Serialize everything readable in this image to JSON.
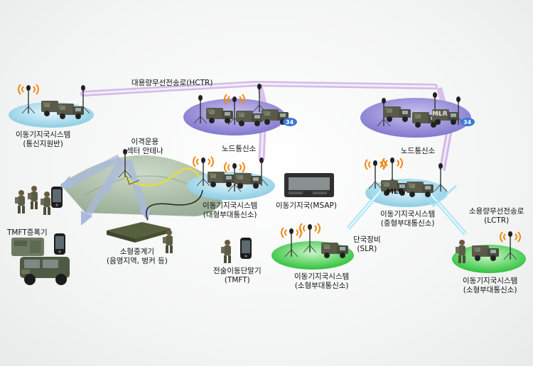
{
  "links": {
    "hctr": "대용량무선전송로(HCTR)",
    "lctr_line1": "소용량무선전송로",
    "lctr_line2": "(LCTR)"
  },
  "nodes": {
    "comm_support": {
      "line1": "이동기지국시스템",
      "line2": "(통신지원반)"
    },
    "node_center_1": {
      "label": "노드통신소"
    },
    "node_center_2": {
      "label": "노드통신소"
    },
    "large_unit": {
      "line1": "이동기지국시스템",
      "line2": "(대형부대통신소)"
    },
    "medium_unit": {
      "line1": "이동기지국시스템",
      "line2": "(중형부대통신소)"
    },
    "small_unit_1": {
      "line1": "이동기지국시스템",
      "line2": "(소형부대통신소)"
    },
    "small_unit_2": {
      "line1": "이동기지국시스템",
      "line2": "(소형부대통신소)"
    }
  },
  "equipment": {
    "remote_antenna": {
      "line1": "이격운용",
      "line2": "섹터 안테나"
    },
    "tmft_amp": {
      "label": "TMFT증폭기"
    },
    "small_relay": {
      "line1": "소형중계기",
      "line2": "(음영지역, 벙커 등)"
    },
    "tactical_terminal": {
      "line1": "전술이동단말기",
      "line2": "(TMFT)"
    },
    "msap": {
      "label": "이동기지국(MSAP)"
    },
    "slr": {
      "line1": "단국장비",
      "line2": "(SLR)"
    },
    "mlr_tag": "MLR",
    "mlr_tag_2": "MLR",
    "badge_1": "34",
    "badge_2": "34"
  },
  "colors": {
    "hctr_link": "#c9a6e6",
    "lctr_link": "#8fd8f0",
    "node_disc": "#8f86d6",
    "large_disc": "#a9d8ea",
    "medium_disc": "#a9d8ea",
    "small_disc": "#3ed04a",
    "terrain": "#9fb59a"
  }
}
